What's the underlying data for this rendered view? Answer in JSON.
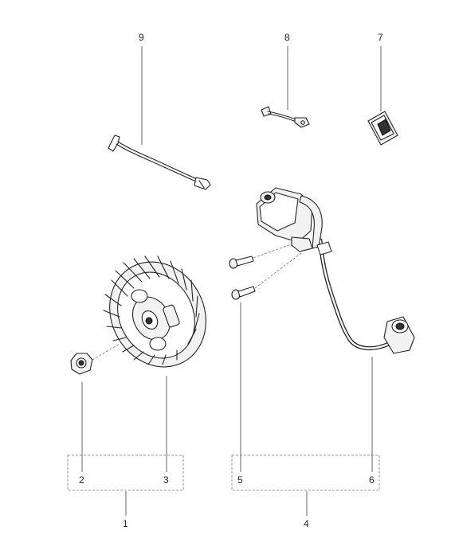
{
  "callouts": {
    "c1": "1",
    "c2": "2",
    "c3": "3",
    "c4": "4",
    "c5": "5",
    "c6": "6",
    "c7": "7",
    "c8": "8",
    "c9": "9"
  },
  "icons": {
    "flywheel": "flywheel-icon",
    "nut": "nut-icon",
    "ignition_module": "ignition-module-icon",
    "screw": "screw-icon",
    "wire": "wire-lead-icon",
    "switch": "switch-icon",
    "clip": "clip-icon"
  }
}
